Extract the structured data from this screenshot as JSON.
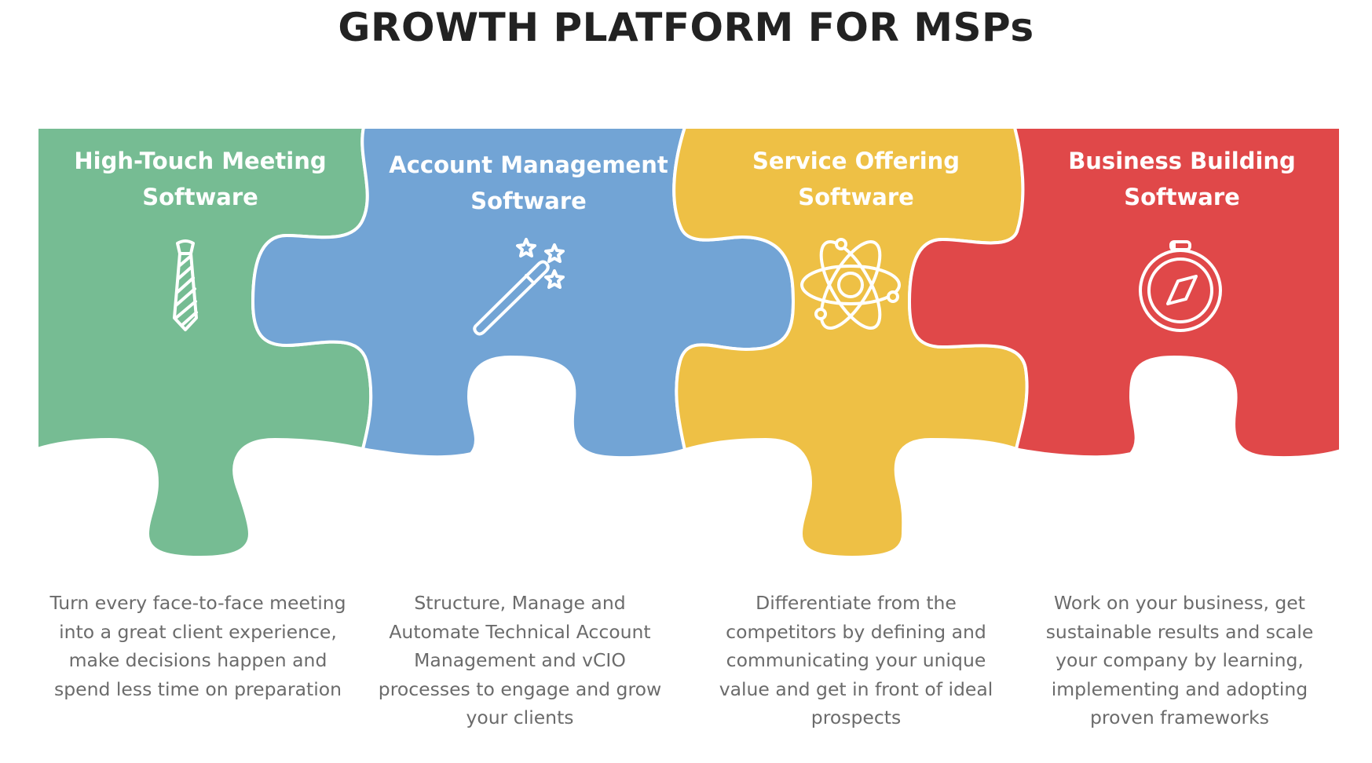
{
  "title": "GROWTH PLATFORM FOR MSPs",
  "colors": {
    "green": "#76bc93",
    "blue": "#72a4d5",
    "yellow": "#eec045",
    "red": "#e04849",
    "title": "#222222",
    "description": "#6b6b6b"
  },
  "pieces": [
    {
      "title_line1": "High-Touch Meeting",
      "title_line2": "Software",
      "icon": "necktie-icon",
      "description": "Turn every face-to-face meeting into a great client experience, make decisions happen and spend less time on preparation"
    },
    {
      "title_line1": "Account Management",
      "title_line2": "Software",
      "icon": "magic-wand-icon",
      "description": "Structure, Manage and Automate Technical Account Management and vCIO processes to engage and grow your clients"
    },
    {
      "title_line1": "Service Offering",
      "title_line2": "Software",
      "icon": "atom-icon",
      "description": "Differentiate from the competitors by defining and communicating your unique value and get in front of ideal prospects"
    },
    {
      "title_line1": "Business Building",
      "title_line2": "Software",
      "icon": "stopwatch-compass-icon",
      "description": "Work on your business, get sustainable results and scale your company by learning, implementing and adopting proven frameworks"
    }
  ]
}
